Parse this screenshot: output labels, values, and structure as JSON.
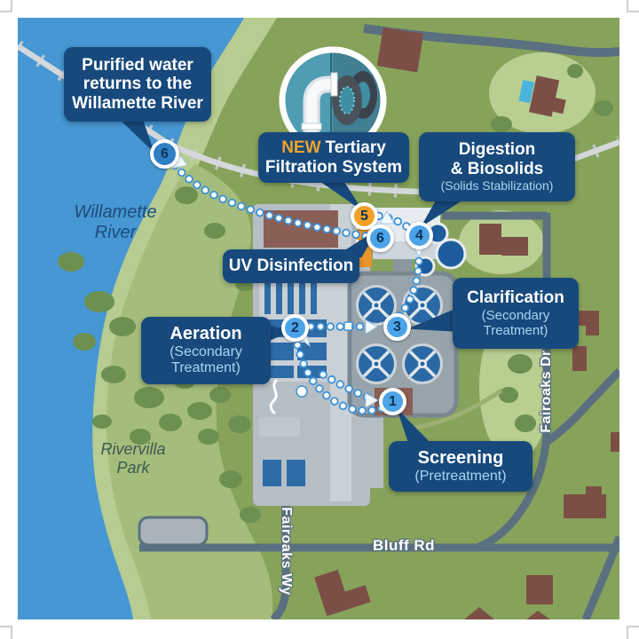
{
  "callouts": {
    "purified": {
      "line1": "Purified water",
      "line2": "returns to the",
      "line3": "Willamette River"
    },
    "tertiary": {
      "highlight": "NEW",
      "line1_rest": "Tertiary",
      "line2": "Filtration System"
    },
    "digestion": {
      "line1": "Digestion",
      "line2": "& Biosolids",
      "sub": "(Solids Stabilization)"
    },
    "uv": {
      "label": "UV Disinfection"
    },
    "aeration": {
      "title": "Aeration",
      "sub1": "(Secondary",
      "sub2": "Treatment)"
    },
    "clarification": {
      "title": "Clarification",
      "sub1": "(Secondary",
      "sub2": "Treatment)"
    },
    "screening": {
      "title": "Screening",
      "sub": "(Pretreatment)"
    }
  },
  "markers": {
    "step1": "1",
    "step2": "2",
    "step3": "3",
    "step4": "4",
    "step5": "5",
    "step6_plant": "6",
    "step6_river": "6"
  },
  "map_labels": {
    "river_line1": "Willamette",
    "river_line2": "River",
    "park_line1": "Rivervilla",
    "park_line2": "Park",
    "bluff_rd": "Bluff Rd",
    "fairoaks_wy": "Fairoaks Wy",
    "fairoaks_dr": "Fairoaks Dr"
  },
  "icons": {
    "inset": "pipe-with-filtration-discs-illustration",
    "flow_dots": "dotted-flow-path",
    "flow_arrow": "white-triangle-arrow"
  },
  "colors": {
    "river": "#4697d3",
    "river_bank": "#b6cc90",
    "land": "#87a35b",
    "park": "#a4bd7c",
    "lawn": "#b9cf92",
    "tree": "#6d9050",
    "road": "#5a7080",
    "plant_ground": "#b5bec5",
    "clarifier_pad": "#98a4ac",
    "tank_blue": "#2a69a5",
    "digester_blue": "#1d5c9d",
    "building_brown": "#8a5f55",
    "house_maroon": "#7c4f46",
    "pipeline": "#d2d6da",
    "callout_navy": "#17497c",
    "callout_sub": "#a9d4ef",
    "accent_orange": "#f2a42c",
    "marker_blue": "#4da3e8",
    "marker_orange": "#f0a126"
  }
}
